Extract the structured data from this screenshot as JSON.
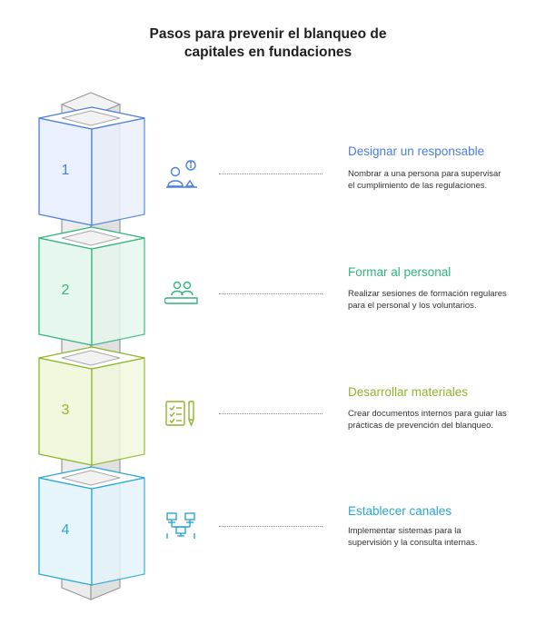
{
  "title": {
    "line1": "Pasos para prevenir el blanqueo de",
    "line2": "capitales en fundaciones"
  },
  "steps": [
    {
      "number": "1",
      "title": "Designar un responsable",
      "description": "Nombrar a una persona para supervisar el cumplimiento de las regulaciones.",
      "icon": "person-info-icon",
      "color": "#4a7fde",
      "fill": "#eaf0fd"
    },
    {
      "number": "2",
      "title": "Formar al personal",
      "description": "Realizar sesiones de formación regulares para el personal y los voluntarios.",
      "icon": "group-training-icon",
      "color": "#2fb47c",
      "fill": "#e6f7ee"
    },
    {
      "number": "3",
      "title": "Desarrollar materiales",
      "description": "Crear documentos internos para guiar las prácticas de prevención del blanqueo.",
      "icon": "checklist-pen-icon",
      "color": "#8db62c",
      "fill": "#f2f8de"
    },
    {
      "number": "4",
      "title": "Establecer canales",
      "description": "Implementar sistemas para la supervisión y la consulta internas.",
      "icon": "network-monitors-icon",
      "color": "#2aa8d3",
      "fill": "#e5f5fb"
    }
  ]
}
